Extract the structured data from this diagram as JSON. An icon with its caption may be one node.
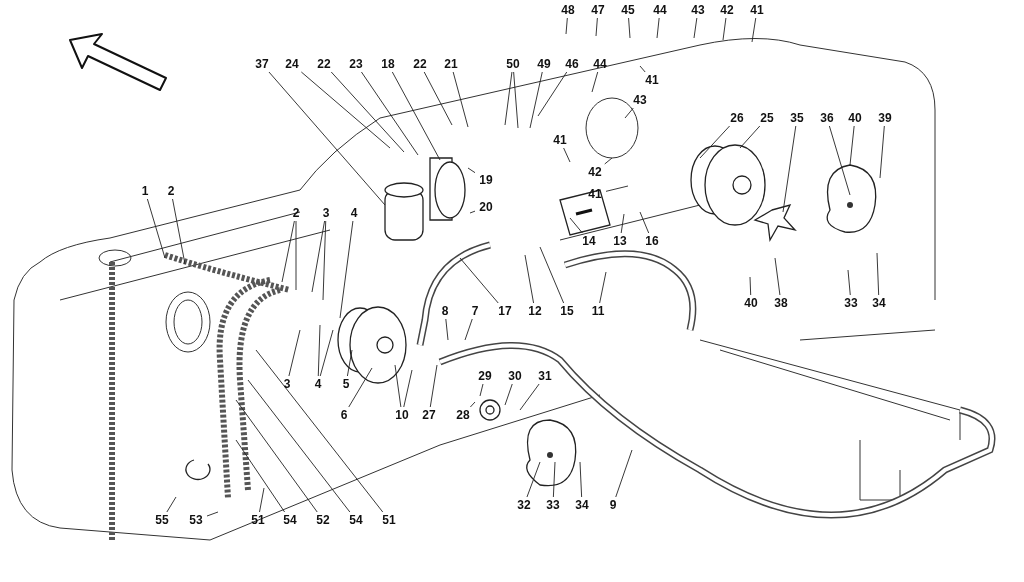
{
  "diagram": {
    "nodes": [
      {
        "text": [
          "48"
        ]
      },
      {
        "text": [
          "47"
        ]
      },
      {
        "text": [
          "45"
        ]
      },
      {
        "text": [
          "44"
        ]
      },
      {
        "text": [
          "43"
        ]
      },
      {
        "text": [
          "42"
        ]
      },
      {
        "text": [
          "41"
        ]
      },
      {
        "text": [
          "41"
        ]
      },
      {
        "text": [
          "37"
        ]
      },
      {
        "text": [
          "24"
        ]
      },
      {
        "text": [
          "22"
        ]
      },
      {
        "text": [
          "23"
        ]
      },
      {
        "text": [
          "18"
        ]
      },
      {
        "text": [
          "22"
        ]
      },
      {
        "text": [
          "21"
        ]
      },
      {
        "text": [
          "50"
        ]
      },
      {
        "text": [
          "49"
        ]
      },
      {
        "text": [
          "46"
        ]
      },
      {
        "text": [
          "44"
        ]
      },
      {
        "text": [
          "43"
        ]
      },
      {
        "text": [
          "41"
        ]
      },
      {
        "text": [
          "26"
        ]
      },
      {
        "text": [
          "25"
        ]
      },
      {
        "text": [
          "35"
        ]
      },
      {
        "text": [
          "36"
        ]
      },
      {
        "text": [
          "40"
        ]
      },
      {
        "text": [
          "39"
        ]
      },
      {
        "text": [
          "42"
        ]
      },
      {
        "text": [
          "19"
        ]
      },
      {
        "text": [
          "41"
        ]
      },
      {
        "text": [
          "1"
        ]
      },
      {
        "text": [
          "2"
        ]
      },
      {
        "text": [
          "20"
        ]
      },
      {
        "text": [
          "2"
        ]
      },
      {
        "text": [
          "3"
        ]
      },
      {
        "text": [
          "4"
        ]
      },
      {
        "text": [
          "14"
        ]
      },
      {
        "text": [
          "13"
        ]
      },
      {
        "text": [
          "16"
        ]
      },
      {
        "text": [
          "40"
        ]
      },
      {
        "text": [
          "38"
        ]
      },
      {
        "text": [
          "33"
        ]
      },
      {
        "text": [
          "34"
        ]
      },
      {
        "text": [
          "8"
        ]
      },
      {
        "text": [
          "7"
        ]
      },
      {
        "text": [
          "17"
        ]
      },
      {
        "text": [
          "12"
        ]
      },
      {
        "text": [
          "15"
        ]
      },
      {
        "text": [
          "11"
        ]
      },
      {
        "text": [
          "29"
        ]
      },
      {
        "text": [
          "30"
        ]
      },
      {
        "text": [
          "31"
        ]
      },
      {
        "text": [
          "3"
        ]
      },
      {
        "text": [
          "4"
        ]
      },
      {
        "text": [
          "5"
        ]
      },
      {
        "text": [
          "6"
        ]
      },
      {
        "text": [
          "10"
        ]
      },
      {
        "text": [
          "27"
        ]
      },
      {
        "text": [
          "28"
        ]
      },
      {
        "text": [
          "32"
        ]
      },
      {
        "text": [
          "33"
        ]
      },
      {
        "text": [
          "34"
        ]
      },
      {
        "text": [
          "9"
        ]
      },
      {
        "text": [
          "55"
        ]
      },
      {
        "text": [
          "53"
        ]
      },
      {
        "text": [
          "51"
        ]
      },
      {
        "text": [
          "54"
        ]
      },
      {
        "text": [
          "52"
        ]
      },
      {
        "text": [
          "54"
        ]
      },
      {
        "text": [
          "51"
        ]
      }
    ],
    "edges": [
      {
        "from": 0,
        "to": null,
        "arrow": "none"
      },
      {
        "from": 1,
        "to": null,
        "arrow": "none"
      },
      {
        "from": 2,
        "to": null,
        "arrow": "none"
      },
      {
        "from": 3,
        "to": null,
        "arrow": "none"
      },
      {
        "from": 4,
        "to": null,
        "arrow": "none"
      },
      {
        "from": 5,
        "to": null,
        "arrow": "none"
      },
      {
        "from": 6,
        "to": null,
        "arrow": "none"
      },
      {
        "from": 7,
        "to": null,
        "arrow": "none"
      },
      {
        "from": 8,
        "to": null,
        "arrow": "none"
      },
      {
        "from": 9,
        "to": null,
        "arrow": "none"
      },
      {
        "from": 10,
        "to": null,
        "arrow": "none"
      },
      {
        "from": 11,
        "to": null,
        "arrow": "none"
      },
      {
        "from": 12,
        "to": null,
        "arrow": "none"
      },
      {
        "from": 13,
        "to": null,
        "arrow": "none"
      },
      {
        "from": 14,
        "to": null,
        "arrow": "none"
      },
      {
        "from": 15,
        "to": null,
        "arrow": "none"
      },
      {
        "from": 15,
        "to": null,
        "arrow": "none"
      },
      {
        "from": 16,
        "to": null,
        "arrow": "none"
      },
      {
        "from": 17,
        "to": null,
        "arrow": "none"
      },
      {
        "from": 18,
        "to": null,
        "arrow": "none"
      },
      {
        "from": 19,
        "to": null,
        "arrow": "none"
      },
      {
        "from": 20,
        "to": null,
        "arrow": "none"
      },
      {
        "from": 21,
        "to": null,
        "arrow": "none"
      },
      {
        "from": 22,
        "to": null,
        "arrow": "none"
      },
      {
        "from": 23,
        "to": null,
        "arrow": "none"
      },
      {
        "from": 24,
        "to": null,
        "arrow": "none"
      },
      {
        "from": 25,
        "to": null,
        "arrow": "none"
      },
      {
        "from": 26,
        "to": null,
        "arrow": "none"
      },
      {
        "from": 27,
        "to": null,
        "arrow": "none"
      },
      {
        "from": 28,
        "to": null,
        "arrow": "none"
      },
      {
        "from": 29,
        "to": null,
        "arrow": "none"
      },
      {
        "from": 30,
        "to": null,
        "arrow": "none"
      },
      {
        "from": 31,
        "to": null,
        "arrow": "none"
      },
      {
        "from": 32,
        "to": null,
        "arrow": "none"
      },
      {
        "from": 33,
        "to": null,
        "arrow": "none"
      },
      {
        "from": 33,
        "to": null,
        "arrow": "none"
      },
      {
        "from": 34,
        "to": null,
        "arrow": "none"
      },
      {
        "from": 34,
        "to": null,
        "arrow": "none"
      },
      {
        "from": 35,
        "to": null,
        "arrow": "none"
      },
      {
        "from": 36,
        "to": null,
        "arrow": "none"
      },
      {
        "from": 37,
        "to": null,
        "arrow": "none"
      },
      {
        "from": 38,
        "to": null,
        "arrow": "none"
      },
      {
        "from": 39,
        "to": null,
        "arrow": "none"
      },
      {
        "from": 40,
        "to": null,
        "arrow": "none"
      },
      {
        "from": 41,
        "to": null,
        "arrow": "none"
      },
      {
        "from": 42,
        "to": null,
        "arrow": "none"
      },
      {
        "from": 43,
        "to": null,
        "arrow": "none"
      },
      {
        "from": 44,
        "to": null,
        "arrow": "none"
      },
      {
        "from": 45,
        "to": null,
        "arrow": "none"
      },
      {
        "from": 46,
        "to": null,
        "arrow": "none"
      },
      {
        "from": 47,
        "to": null,
        "arrow": "none"
      },
      {
        "from": 48,
        "to": null,
        "arrow": "none"
      },
      {
        "from": 49,
        "to": null,
        "arrow": "none"
      },
      {
        "from": 50,
        "to": null,
        "arrow": "none"
      },
      {
        "from": 51,
        "to": null,
        "arrow": "none"
      },
      {
        "from": 52,
        "to": null,
        "arrow": "none"
      },
      {
        "from": 53,
        "to": null,
        "arrow": "none"
      },
      {
        "from": 53,
        "to": null,
        "arrow": "none"
      },
      {
        "from": 54,
        "to": null,
        "arrow": "none"
      },
      {
        "from": 55,
        "to": null,
        "arrow": "none"
      },
      {
        "from": 56,
        "to": null,
        "arrow": "none"
      },
      {
        "from": 56,
        "to": null,
        "arrow": "none"
      },
      {
        "from": 57,
        "to": null,
        "arrow": "none"
      },
      {
        "from": 58,
        "to": null,
        "arrow": "none"
      },
      {
        "from": 59,
        "to": null,
        "arrow": "none"
      },
      {
        "from": 60,
        "to": null,
        "arrow": "none"
      },
      {
        "from": 61,
        "to": null,
        "arrow": "none"
      },
      {
        "from": 62,
        "to": null,
        "arrow": "none"
      },
      {
        "from": 63,
        "to": null,
        "arrow": "none"
      },
      {
        "from": 64,
        "to": null,
        "arrow": "none"
      },
      {
        "from": 65,
        "to": null,
        "arrow": "none"
      },
      {
        "from": 66,
        "to": null,
        "arrow": "none"
      },
      {
        "from": 67,
        "to": null,
        "arrow": "none"
      },
      {
        "from": 68,
        "to": null,
        "arrow": "none"
      },
      {
        "from": 69,
        "to": null,
        "arrow": "none"
      }
    ]
  }
}
